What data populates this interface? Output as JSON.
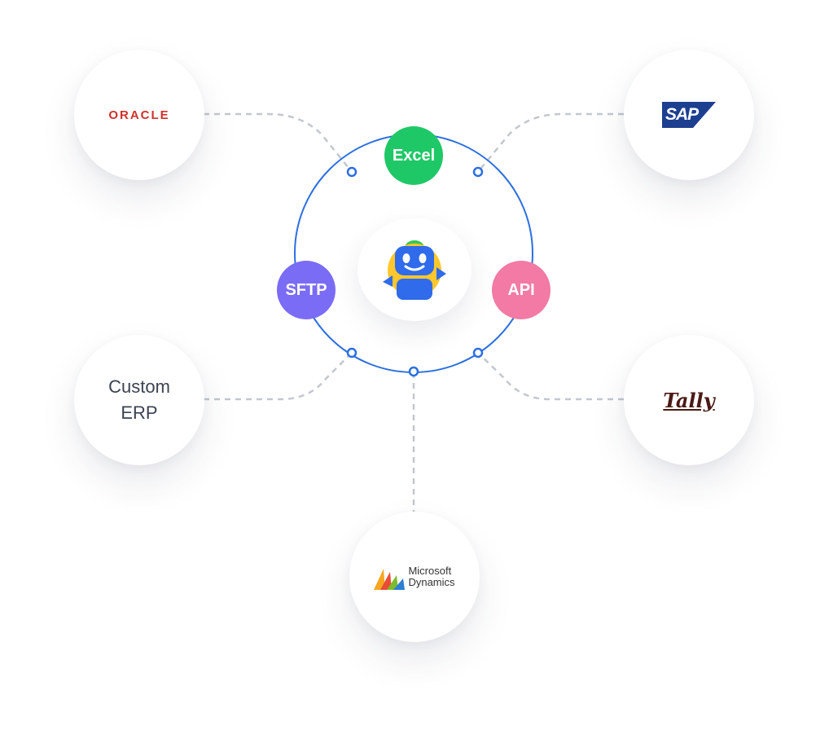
{
  "center": {
    "label": "",
    "icon": "robot-icon"
  },
  "connectors": [
    {
      "label": "Excel",
      "color": "#1fc866"
    },
    {
      "label": "SFTP",
      "color": "#7b6cf6"
    },
    {
      "label": "API",
      "color": "#f27aa4"
    }
  ],
  "systems": {
    "oracle": {
      "label": "ORACLE",
      "color": "#d0312d"
    },
    "sap": {
      "label": "SAP",
      "color": "#1d3f8f"
    },
    "custom_erp": {
      "line1": "Custom",
      "line2": "ERP"
    },
    "tally": {
      "label": "Tally",
      "color": "#4a1a14"
    },
    "microsoft_dynamics": {
      "line1": "Microsoft",
      "line2": "Dynamics"
    }
  },
  "colors": {
    "ring": "#2b6fe0",
    "dash": "#c3c7cf",
    "robot_body": "#2f6bea",
    "robot_head": "#ffc72c",
    "robot_accent": "#34c759"
  }
}
